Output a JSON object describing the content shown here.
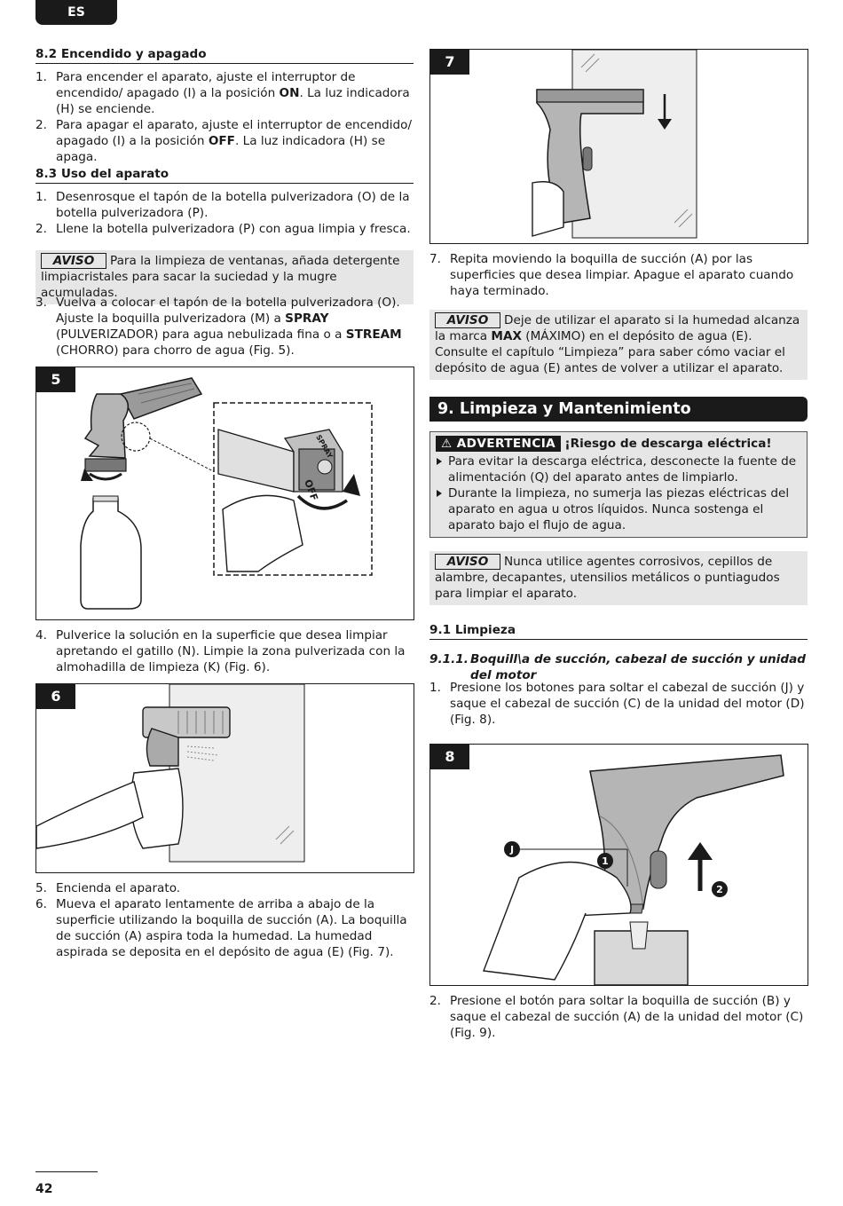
{
  "header": {
    "lang": "ES"
  },
  "s82": {
    "title": "8.2 Encendido y apagado",
    "steps": [
      {
        "n": "1.",
        "parts": [
          "Para encender el aparato, ajuste el interruptor de encendido/ apagado (I) a la posición ",
          "ON",
          ". La luz indicadora (H) se enciende."
        ]
      },
      {
        "n": "2.",
        "parts": [
          "Para apagar el aparato, ajuste el interruptor de encendido/ apagado (I) a la posición ",
          "OFF",
          ". La luz indicadora (H) se apaga."
        ]
      }
    ]
  },
  "s83": {
    "title": "8.3 Uso del aparato",
    "steps": [
      {
        "n": "1.",
        "text": "Desenrosque el tapón de la botella pulverizadora (O) de la botella pulverizadora (P)."
      },
      {
        "n": "2.",
        "text": "Llene la botella pulverizadora (P) con agua limpia y fresca."
      }
    ],
    "notice_tag": "AVISO",
    "notice_text": "Para la limpieza de ventanas, añada detergente limpiacristales para sacar la suciedad y la mugre acumuladas.",
    "step3": {
      "n": "3.",
      "parts": [
        "Vuelva a colocar el tapón de la botella pulverizadora (O). Ajuste la boquilla pulverizadora (M) a ",
        "SPRAY",
        " (PULVERIZADOR) para agua nebulizada fina o a ",
        "STREAM",
        " (CHORRO) para chorro de agua (Fig. 5)."
      ]
    },
    "step4": {
      "n": "4.",
      "text": "Pulverice la solución en la superficie que desea limpiar apretando el gatillo (N). Limpie la zona pulverizada con la almohadilla de limpieza (K) (Fig. 6)."
    },
    "step5": {
      "n": "5.",
      "text": "Encienda el aparato."
    },
    "step6": {
      "n": "6.",
      "text": "Mueva el aparato lentamente de arriba a abajo de la superficie utilizando la boquilla de succión (A). La boquilla de succión (A) aspira toda la humedad. La humedad aspirada se deposita en el depósito de agua (E) (Fig. 7)."
    },
    "step7": {
      "n": "7.",
      "text": "Repita moviendo la boquilla de succión (A) por las superficies que desea limpiar. Apague el aparato cuando haya terminado."
    },
    "notice2_tag": "AVISO",
    "notice2_parts": [
      "Deje de utilizar el aparato si la humedad alcanza la marca ",
      "MAX",
      " (MÁXIMO) en el depósito de agua (E). Consulte el capítulo “Limpieza” para saber cómo vaciar el depósito de agua (E) antes de volver a utilizar el aparato."
    ]
  },
  "figures": {
    "f5": {
      "num": "5",
      "label_spray": "SPRAY",
      "label_off": "OFF"
    },
    "f6": {
      "num": "6"
    },
    "f7": {
      "num": "7"
    },
    "f8": {
      "num": "8",
      "callout_j": "J",
      "callout_1": "1",
      "callout_2": "2"
    }
  },
  "s9": {
    "title": "9. Limpieza y Mantenimiento",
    "warn_tag": "ADVERTENCIA",
    "warn_title": "¡Riesgo de descarga eléctrica!",
    "warn_items": [
      "Para evitar la descarga eléctrica, desconecte la fuente de alimentación (Q) del aparato antes de limpiarlo.",
      "Durante la limpieza, no sumerja las piezas eléctricas del aparato en agua u otros líquidos. Nunca sostenga el aparato bajo el flujo de agua."
    ],
    "notice_tag": "AVISO",
    "notice_text": "Nunca utilice agentes corrosivos, cepillos de alambre, decapantes, utensilios metálicos o puntiagudos para limpiar el aparato.",
    "s91_title": "9.1 Limpieza",
    "s911_num": "9.1.1.",
    "s911_title": "Boquill\\a de succión, cabezal de succión y unidad del motor",
    "steps": [
      {
        "n": "1.",
        "text": "Presione los botones para soltar el cabezal de succión (J) y saque el cabezal de succión (C) de la unidad del motor (D) (Fig. 8)."
      },
      {
        "n": "2.",
        "text": "Presione el botón para soltar la boquilla de succión (B) y saque el cabezal de succión (A) de la unidad del motor (C) (Fig. 9)."
      }
    ]
  },
  "footer": {
    "page": "42"
  },
  "colors": {
    "ink": "#1a1a1a",
    "notice_bg": "#e6e6e6",
    "device_gray": "#b5b5b5"
  },
  "icons": [
    "warning-triangle-icon",
    "down-arrow-icon",
    "up-arrow-icon",
    "rotate-arrow-icon"
  ]
}
